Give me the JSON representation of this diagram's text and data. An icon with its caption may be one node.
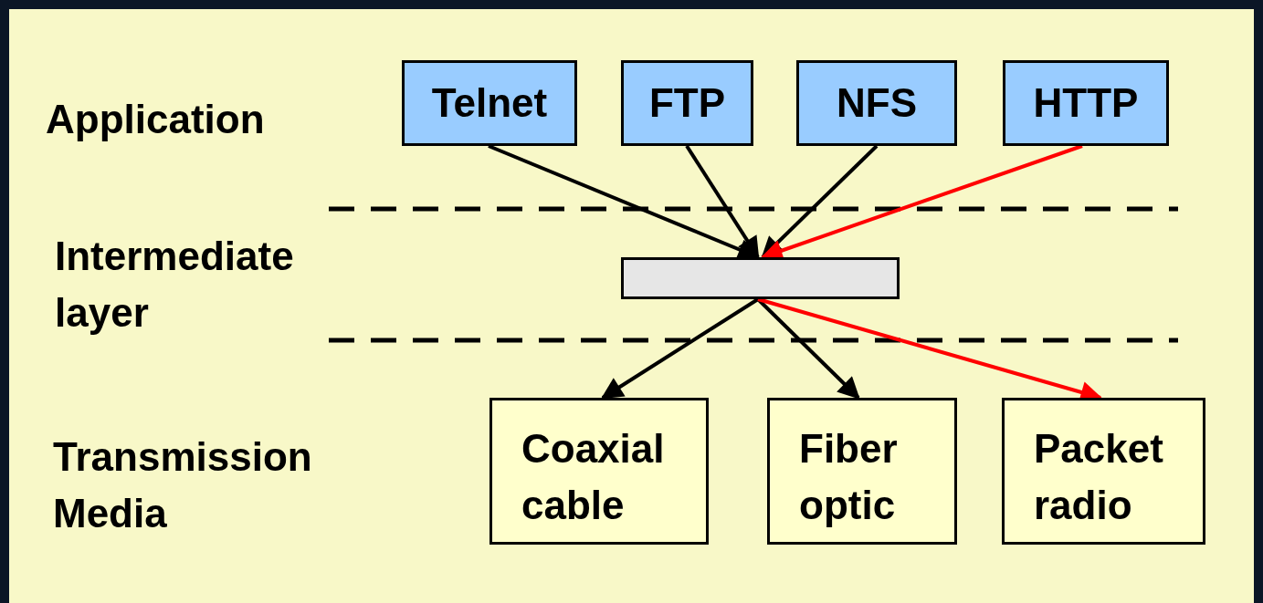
{
  "diagram": {
    "nodes": [
      {
        "text": [
          "Telnet"
        ]
      },
      {
        "text": [
          "FTP"
        ]
      },
      {
        "text": [
          "NFS"
        ]
      },
      {
        "text": [
          "HTTP"
        ]
      },
      {
        "text": [],
        "shape": "bar"
      },
      {
        "text": [
          "Coaxial cable"
        ]
      },
      {
        "text": [
          "Fiber optic"
        ]
      },
      {
        "text": [
          "Packet radio"
        ]
      }
    ],
    "edges": [
      {
        "from": 0,
        "to": 4,
        "arrow": "to"
      },
      {
        "from": 1,
        "to": 4,
        "arrow": "to"
      },
      {
        "from": 2,
        "to": 4,
        "arrow": "to"
      },
      {
        "from": 3,
        "to": 4,
        "arrow": "to",
        "color": "#ff0000"
      },
      {
        "from": 4,
        "to": 5,
        "arrow": "to"
      },
      {
        "from": 4,
        "to": 6,
        "arrow": "to"
      },
      {
        "from": 4,
        "to": 7,
        "arrow": "to",
        "color": "#ff0000"
      }
    ],
    "labels": [
      "Application",
      "Intermediate layer",
      "Transmission Media"
    ]
  }
}
